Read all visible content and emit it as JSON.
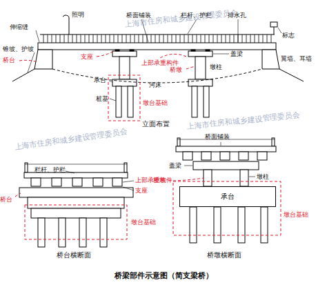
{
  "diagram": {
    "caption": "桥梁部件示意图（简支梁桥）",
    "nodes": [
      {
        "text": [
          "承台"
        ]
      }
    ],
    "labels": [
      "照明",
      "伸缩缝",
      "桥面铺装",
      "栏杆、护栏",
      "排水孔",
      "标志",
      "锥坡、护坡",
      "桥台",
      "支座",
      "上部承重构件",
      "盖梁",
      "桥墩",
      "墩柱",
      "翼墙、耳墙",
      "承台",
      "桩基",
      "河床",
      "墩台基础",
      "立面布置",
      "栏杆、护栏",
      "桥台",
      "上部承重构件",
      "支座",
      "墩台基础",
      "桥台横断面",
      "桥面铺装",
      "盖梁",
      "墩柱",
      "桥墩",
      "墩台基础",
      "桥墩横断面",
      "上海市住房和城乡建设管理委员会",
      "上海市住房和城乡建设管理委员会",
      "上海市住房和城乡建设管理委员会"
    ]
  }
}
